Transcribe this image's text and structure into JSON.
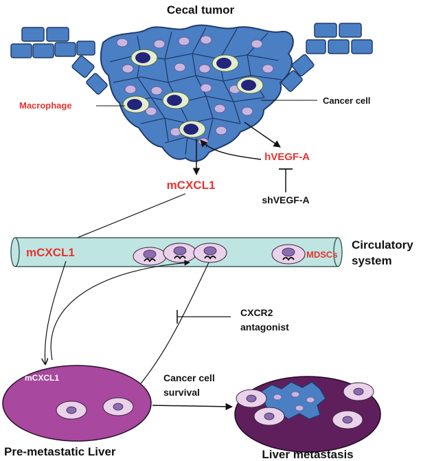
{
  "labels": {
    "cecal_tumor": "Cecal tumor",
    "macrophage": "Macrophage",
    "cancer_cell": "Cancer cell",
    "hvegf": "hVEGF-A",
    "shvegf": "shVEGF-A",
    "mcxcl1_tumor": "mCXCL1",
    "mcxcl1_vessel": "mCXCL1",
    "mdscs": "MDSCs",
    "circulatory_line1": "Circulatory",
    "circulatory_line2": "system",
    "cxcr2_line1": "CXCR2",
    "cxcr2_line2": "antagonist",
    "mcxcl1_liver": "mCXCL1",
    "survival_line1": "Cancer cell",
    "survival_line2": "survival",
    "pre_metastatic_liver": "Pre-metastatic Liver",
    "liver_metastasis": "Liver metastasis"
  },
  "colors": {
    "tumor_blue": "#4a7fc4",
    "tumor_outline": "#1f3a68",
    "nucleus_lavender": "#c7b6e0",
    "macrophage_body": "#e3edcf",
    "macrophage_nucleus": "#22257a",
    "vessel_fill": "#bfe5e2",
    "mdsc_body": "#ead2ea",
    "pre_liver": "#a8489e",
    "metastatic_liver": "#5f1f5c",
    "label_red": "#e8322e"
  }
}
